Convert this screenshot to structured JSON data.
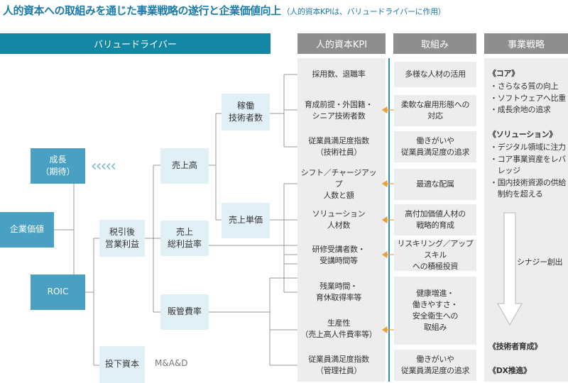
{
  "title": {
    "main": "人的資本への取組みを通じた事業戦略の遂行と企業価値向上",
    "sub": "（人的資本KPIは、バリュードライバーに作用）"
  },
  "headers": {
    "value_driver": "バリュードライバー",
    "kpi": "人的資本KPI",
    "initiatives": "取組み",
    "strategy": "事業戦略"
  },
  "tree": {
    "enterprise_value": "企業価値",
    "growth": "成長\n（期待）",
    "roic": "ROIC",
    "nopat": "税引後\n営業利益",
    "invested_capital": "投下資本",
    "ma": "M&A&D",
    "sales": "売上高",
    "gross_margin": "売上\n総利益率",
    "sga": "販管費率",
    "utilized_engineers": "稼働\n技術者数",
    "unit_price": "売上単価"
  },
  "kpis": [
    "採用数、退職率",
    "育成前提・外国籍・\nシニア技術者数",
    "従業員満足度指数\n（技術社員）",
    "シフト／チャージアップ\n人数と額",
    "ソリューション\n人材数",
    "研修受講者数・\n受講時間等",
    "残業時間・\n育休取得率等",
    "生産性\n（売上高人件費率等）",
    "従業員満足度指数\n（管理社員）"
  ],
  "initiatives": [
    "多様な人材の活用",
    "柔軟な雇用形態への\n対応",
    "働きがいや\n従業員満足度の追求",
    "最適な配属",
    "高付加価値人材の\n戦略的育成",
    "リスキリング／アップスキル\nへの積極投資",
    "健康増進・\n働きやすさ・\n安全衛生への\n取組み",
    "働きがいや\n従業員満足度の追求"
  ],
  "strategy": {
    "core_title": "《コア》",
    "core_items": "・さらなる質の向上\n・ソフトウェアへ比重\n・成長余地の追求",
    "solution_title": "《ソリューション》",
    "solution_items": "・デジタル領域に注力\n・コア事業資産をレバ\n　レッジ\n・国内技術資源の供給\n　制約を超える",
    "synergy": "シナジー創出",
    "engineer_dev": "《技術者育成》",
    "dx": "《DX推進》"
  },
  "colors": {
    "accent_teal": "#1487a5",
    "dark_box": "#4aa0c2",
    "light_box": "#e1f0f7",
    "gray_header": "#8e8e8e",
    "panel_gray": "#ededed",
    "arrow_orange": "#e8a13a",
    "divider_blue": "#2f8fc0",
    "title_blue": "#1a7aa8"
  },
  "icons": {
    "chevrons": "left-chevrons-icon",
    "down_arrow": "down-arrow-icon",
    "kpi_arrows": "left-arrow-icon"
  }
}
